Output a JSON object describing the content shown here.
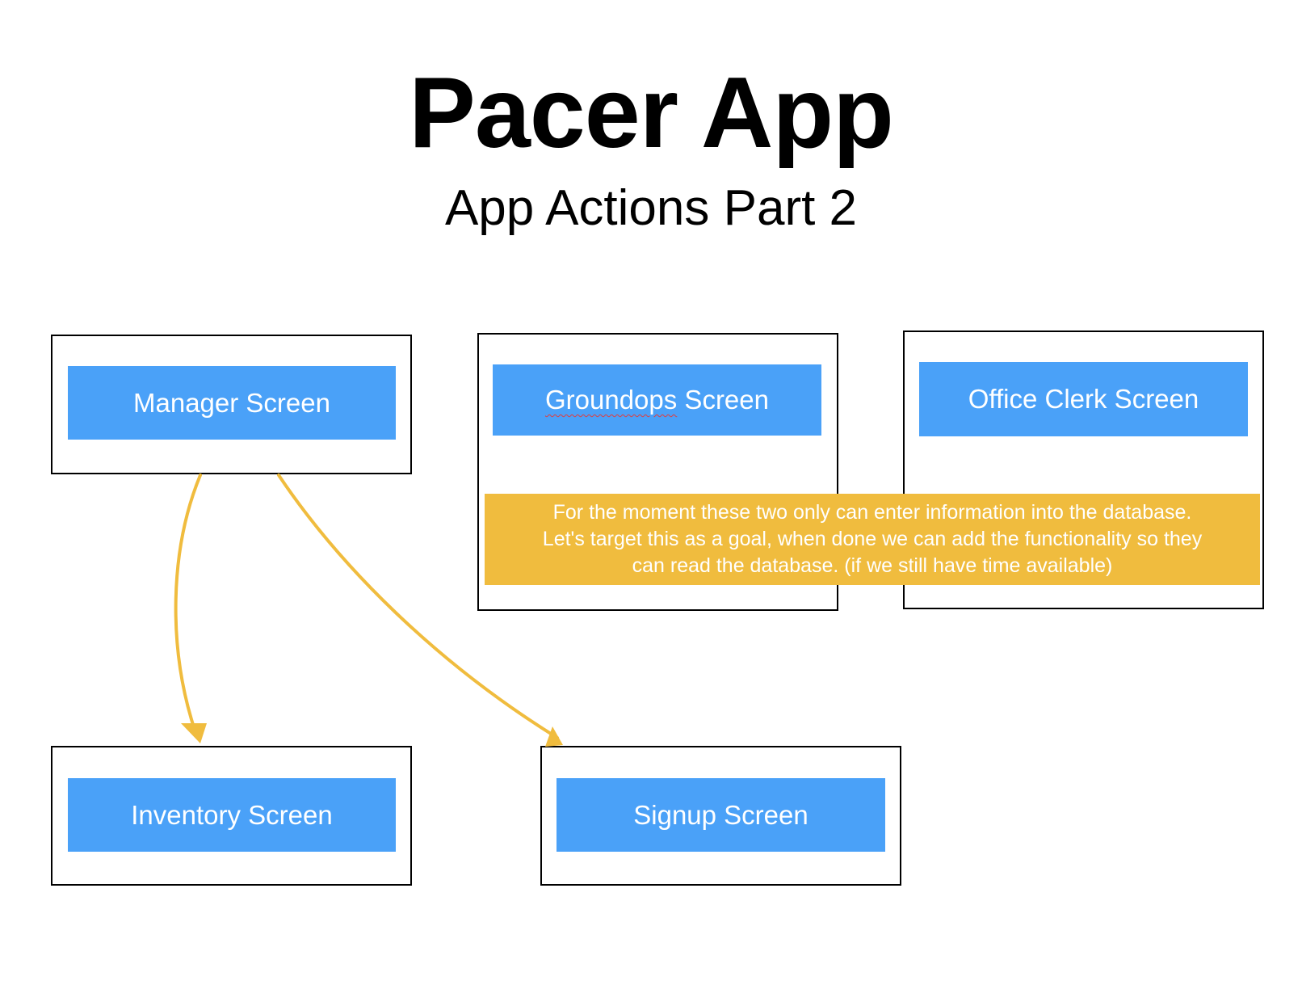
{
  "title": "Pacer App",
  "subtitle": "App Actions Part 2",
  "screens": {
    "manager": "Manager Screen",
    "groundops_word": "Groundops",
    "groundops_rest": " Screen",
    "office_clerk": "Office Clerk Screen",
    "inventory": "Inventory Screen",
    "signup": "Signup Screen"
  },
  "note": {
    "lines": [
      "For the moment these two only can enter information into the database.",
      "Let's target this as a goal, when done we can add the functionality so they",
      "can read the database. (if we still have time available)"
    ]
  },
  "colors": {
    "button_fill": "#4aa1f8",
    "note_fill": "#f0bc3e",
    "arrow": "#f0bc3e"
  }
}
